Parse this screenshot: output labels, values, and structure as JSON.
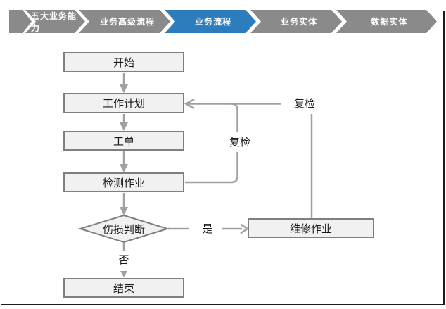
{
  "nav": {
    "tabs": [
      {
        "label": "五大业务能力",
        "active": false
      },
      {
        "label": "业务高级流程",
        "active": false
      },
      {
        "label": "业务流程",
        "active": true
      },
      {
        "label": "业务实体",
        "active": false
      },
      {
        "label": "数据实体",
        "active": false
      }
    ],
    "colors": {
      "inactive": "#8a8a8a",
      "active": "#2d7dbd",
      "text": "#ffffff"
    }
  },
  "flowchart": {
    "nodes": {
      "start": {
        "label": "开始",
        "type": "process"
      },
      "work_plan": {
        "label": "工作计划",
        "type": "process"
      },
      "work_order": {
        "label": "工单",
        "type": "process"
      },
      "inspection": {
        "label": "检测作业",
        "type": "process"
      },
      "damage_decision": {
        "label": "伤损判断",
        "type": "decision"
      },
      "repair": {
        "label": "维修作业",
        "type": "process"
      },
      "end": {
        "label": "结束",
        "type": "process"
      }
    },
    "edge_labels": {
      "recheck_inner": "复检",
      "recheck_outer": "复检",
      "yes": "是",
      "no": "否"
    },
    "colors": {
      "node_fill": "#f1f1f1",
      "node_border": "#7f7f7f",
      "connector": "#a1a1a1",
      "text": "#1a1a1a"
    }
  }
}
